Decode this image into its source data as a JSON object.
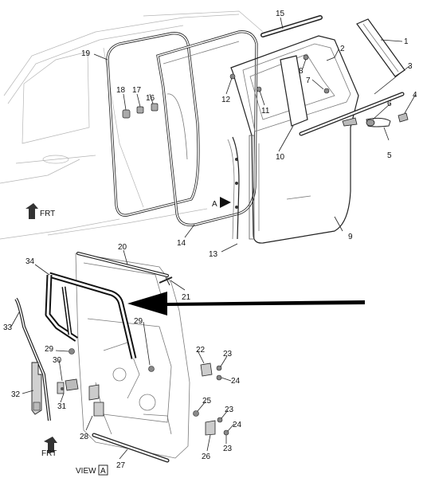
{
  "diagram": {
    "callouts": [
      {
        "id": "c1",
        "text": "1"
      },
      {
        "id": "c2",
        "text": "2"
      },
      {
        "id": "c3",
        "text": "3"
      },
      {
        "id": "c4",
        "text": "4"
      },
      {
        "id": "c5",
        "text": "5"
      },
      {
        "id": "c6",
        "text": "6"
      },
      {
        "id": "c7",
        "text": "7"
      },
      {
        "id": "c8",
        "text": "8"
      },
      {
        "id": "c9",
        "text": "9"
      },
      {
        "id": "c10",
        "text": "10"
      },
      {
        "id": "c11",
        "text": "11"
      },
      {
        "id": "c12",
        "text": "12"
      },
      {
        "id": "c13",
        "text": "13"
      },
      {
        "id": "c14",
        "text": "14"
      },
      {
        "id": "c15",
        "text": "15"
      },
      {
        "id": "c16",
        "text": "16"
      },
      {
        "id": "c17",
        "text": "17"
      },
      {
        "id": "c18",
        "text": "18"
      },
      {
        "id": "c19",
        "text": "19"
      },
      {
        "id": "c20",
        "text": "20"
      },
      {
        "id": "c21",
        "text": "21"
      },
      {
        "id": "c22",
        "text": "22"
      },
      {
        "id": "c23a",
        "text": "23"
      },
      {
        "id": "c23b",
        "text": "23"
      },
      {
        "id": "c24a",
        "text": "24"
      },
      {
        "id": "c24b",
        "text": "24"
      },
      {
        "id": "c25",
        "text": "25"
      },
      {
        "id": "c26",
        "text": "26"
      },
      {
        "id": "c27",
        "text": "27"
      },
      {
        "id": "c28",
        "text": "28"
      },
      {
        "id": "c29a",
        "text": "29"
      },
      {
        "id": "c29b",
        "text": "29"
      },
      {
        "id": "c30",
        "text": "30"
      },
      {
        "id": "c31",
        "text": "31"
      },
      {
        "id": "c32",
        "text": "32"
      },
      {
        "id": "c33",
        "text": "33"
      },
      {
        "id": "c34",
        "text": "34"
      }
    ],
    "fwd_top": "FRT",
    "fwd_bottom": "FRT",
    "view_marker_top": "A",
    "view_label": "VIEW",
    "view_box": "A",
    "highlight_color": "#f2e21b",
    "arrow_color": "#000000"
  }
}
